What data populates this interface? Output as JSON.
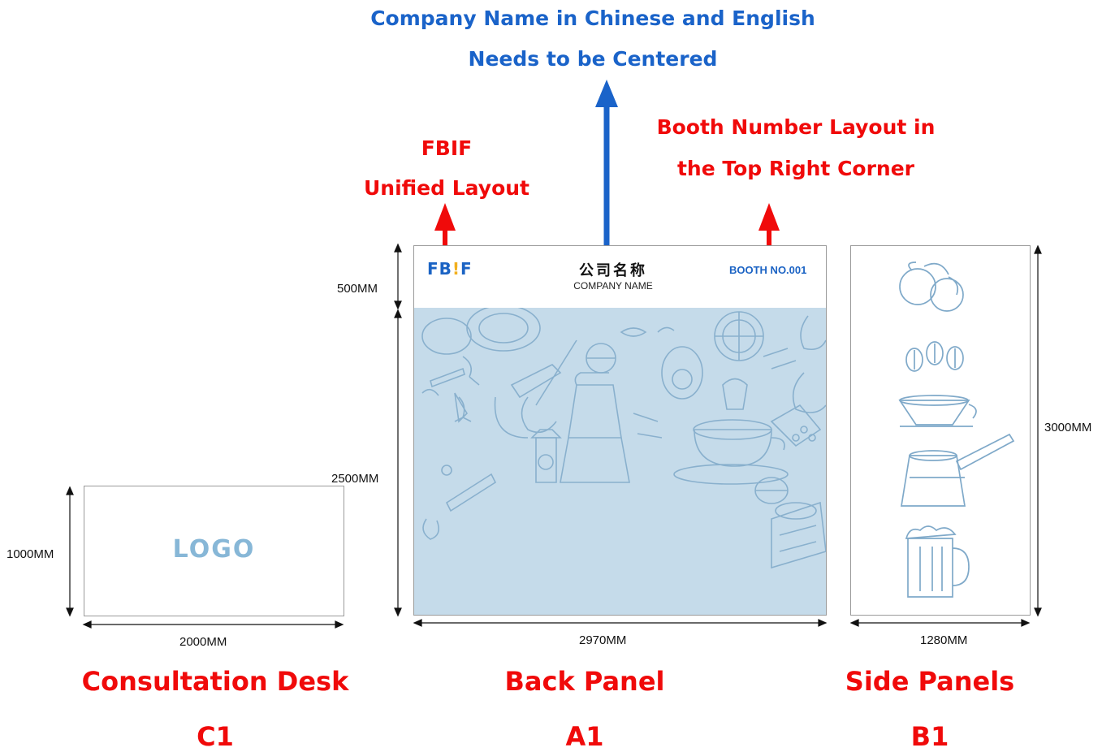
{
  "notes": {
    "company_line1": "Company Name in Chinese and English",
    "company_line2": "Needs to be Centered",
    "booth_line1": "Booth Number Layout in",
    "booth_line2": "the Top Right Corner",
    "fbif_line1": "FBIF",
    "fbif_line2": "Unified Layout"
  },
  "back_panel": {
    "logo_main": "FB",
    "logo_bang": "!",
    "logo_end": "F",
    "company_cn": "公司名称",
    "company_en": "COMPANY NAME",
    "booth": "BOOTH NO.001",
    "dim_header": "500MM",
    "dim_body": "2500MM",
    "dim_width": "2970MM",
    "caption": "Back Panel",
    "code": "A1"
  },
  "desk": {
    "logo": "LOGO",
    "dim_height": "1000MM",
    "dim_width": "2000MM",
    "caption": "Consultation Desk",
    "code": "C1"
  },
  "side": {
    "dim_height": "3000MM",
    "dim_width": "1280MM",
    "caption": "Side Panels",
    "code": "B1"
  },
  "colors": {
    "note_blue": "#1a63c9",
    "note_red": "#f00a0a",
    "pattern_bg": "#c5dbea",
    "sketch_line": "#7fa9c9",
    "logo_light": "#87b7d7"
  },
  "icons": [
    "fruit-sketch-icon",
    "coffee-beans-sketch-icon",
    "pour-over-sketch-icon",
    "coffee-pot-sketch-icon",
    "beer-mug-sketch-icon"
  ]
}
